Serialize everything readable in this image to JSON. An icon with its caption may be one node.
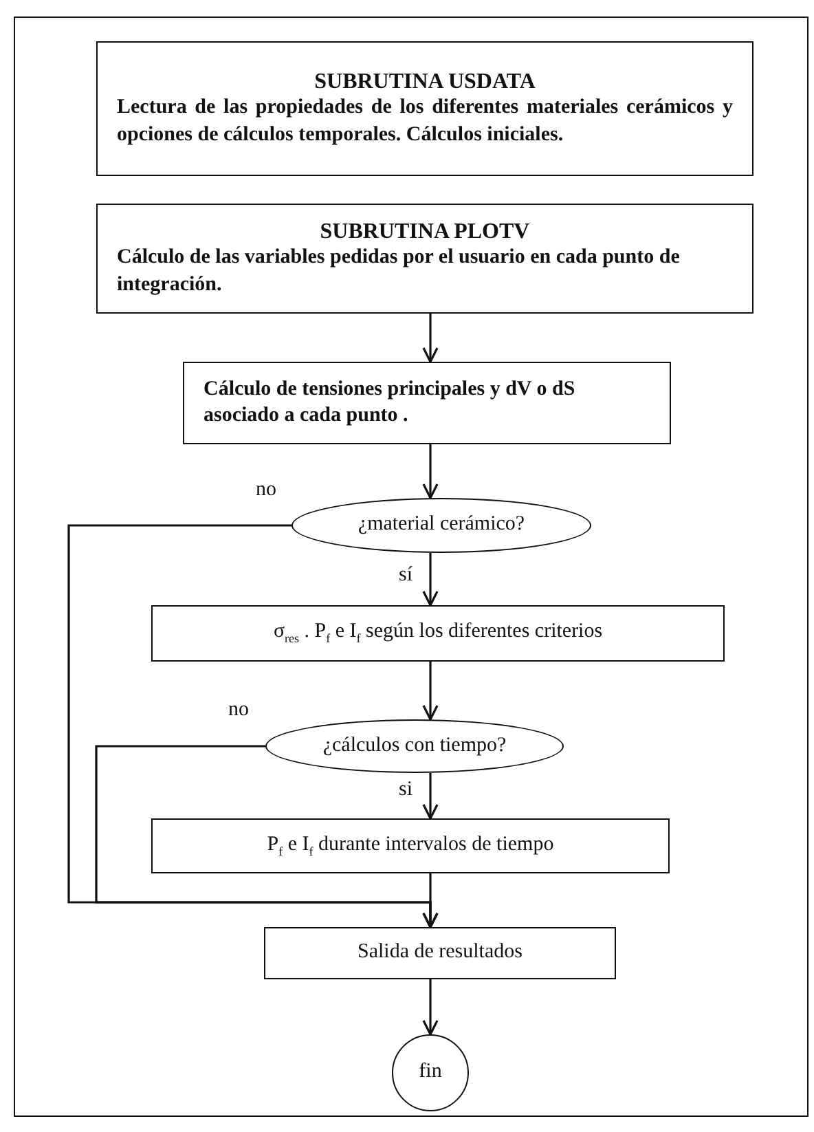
{
  "diagram": {
    "nodes": [
      {
        "text": [
          "SUBRUTINA USDATA",
          "Lectura de las propiedades de los diferentes materiales cerámicos y opciones de cálculos temporales. Cálculos iniciales."
        ]
      },
      {
        "text": [
          "SUBRUTINA PLOTV",
          "Cálculo de las variables pedidas por el usuario en cada punto de integración."
        ]
      },
      {
        "text": [
          "Cálculo de tensiones principales y dV o dS asociado a cada punto ."
        ]
      },
      {
        "text": [
          "¿material cerámico?"
        ]
      },
      {
        "text": [
          "σ$_{res}$ . P$_{f}$ e I$_{f}$ según los diferentes criterios"
        ]
      },
      {
        "text": [
          "¿cálculos con tiempo?"
        ]
      },
      {
        "text": [
          "P$_{f}$ e I$_{f}$ durante intervalos de tiempo"
        ]
      },
      {
        "text": [
          "Salida de resultados"
        ]
      },
      {
        "text": [
          "fin"
        ]
      }
    ],
    "edges": [
      {
        "from": 1,
        "to": 2,
        "arrow": "to"
      },
      {
        "from": 2,
        "to": 3,
        "arrow": "to"
      },
      {
        "from": 3,
        "to": 4,
        "arrow": "to",
        "label": "sí"
      },
      {
        "from": 3,
        "to": 7,
        "arrow": "to",
        "label": "no"
      },
      {
        "from": 4,
        "to": 5,
        "arrow": "to"
      },
      {
        "from": 5,
        "to": 6,
        "arrow": "to",
        "label": "si"
      },
      {
        "from": 5,
        "to": 7,
        "arrow": "to",
        "label": "no"
      },
      {
        "from": 6,
        "to": 7,
        "arrow": "to"
      },
      {
        "from": 7,
        "to": 8,
        "arrow": "to"
      }
    ]
  }
}
